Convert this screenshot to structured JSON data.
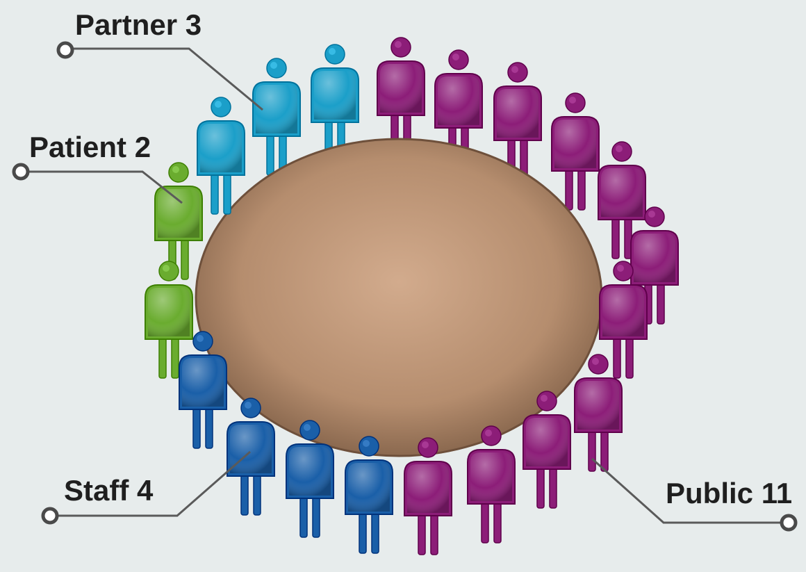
{
  "colors": {
    "background": "#e7ecec",
    "table": "#c9a283",
    "partner": "#1b9fc9",
    "patient": "#6aac2f",
    "staff": "#1a5fa8",
    "public": "#8c1d78",
    "leader_line": "#5a5a5a"
  },
  "groups": [
    {
      "key": "partner",
      "label": "Partner 3",
      "count": 3
    },
    {
      "key": "patient",
      "label": "Patient 2",
      "count": 2
    },
    {
      "key": "staff",
      "label": "Staff 4",
      "count": 4
    },
    {
      "key": "public",
      "label": "Public 11",
      "count": 11
    }
  ],
  "icons": {
    "person": "person-icon",
    "table": "round-table"
  }
}
